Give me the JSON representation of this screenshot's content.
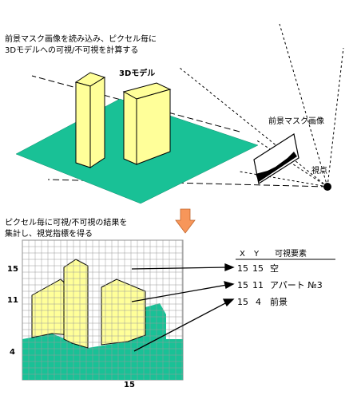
{
  "top": {
    "caption_line1": "前景マスク画像を読み込み、ピクセル毎に",
    "caption_line2": "3Dモデルへの可視/不可視を計算する",
    "model_label": "3Dモデル",
    "mask_label": "前景マスク画像",
    "viewpoint_label": "視点"
  },
  "bottom": {
    "caption_line1": "ピクセル毎に可視/不可視の結果を",
    "caption_line2": "集計し、視覚指標を得る",
    "y_ticks": [
      "15",
      "11",
      "4"
    ],
    "x_tick": "15",
    "table": {
      "headers": [
        "X",
        "Y",
        "可視要素"
      ],
      "rows": [
        {
          "x": "15",
          "y": "15",
          "element": "空"
        },
        {
          "x": "15",
          "y": "11",
          "element": "アパート №3"
        },
        {
          "x": "15",
          "y": "4",
          "element": "前景"
        }
      ]
    }
  },
  "colors": {
    "ground": "#19c196",
    "building": "#ffff99",
    "arrow": "#f7965a",
    "grid": "#9a9a9a"
  }
}
